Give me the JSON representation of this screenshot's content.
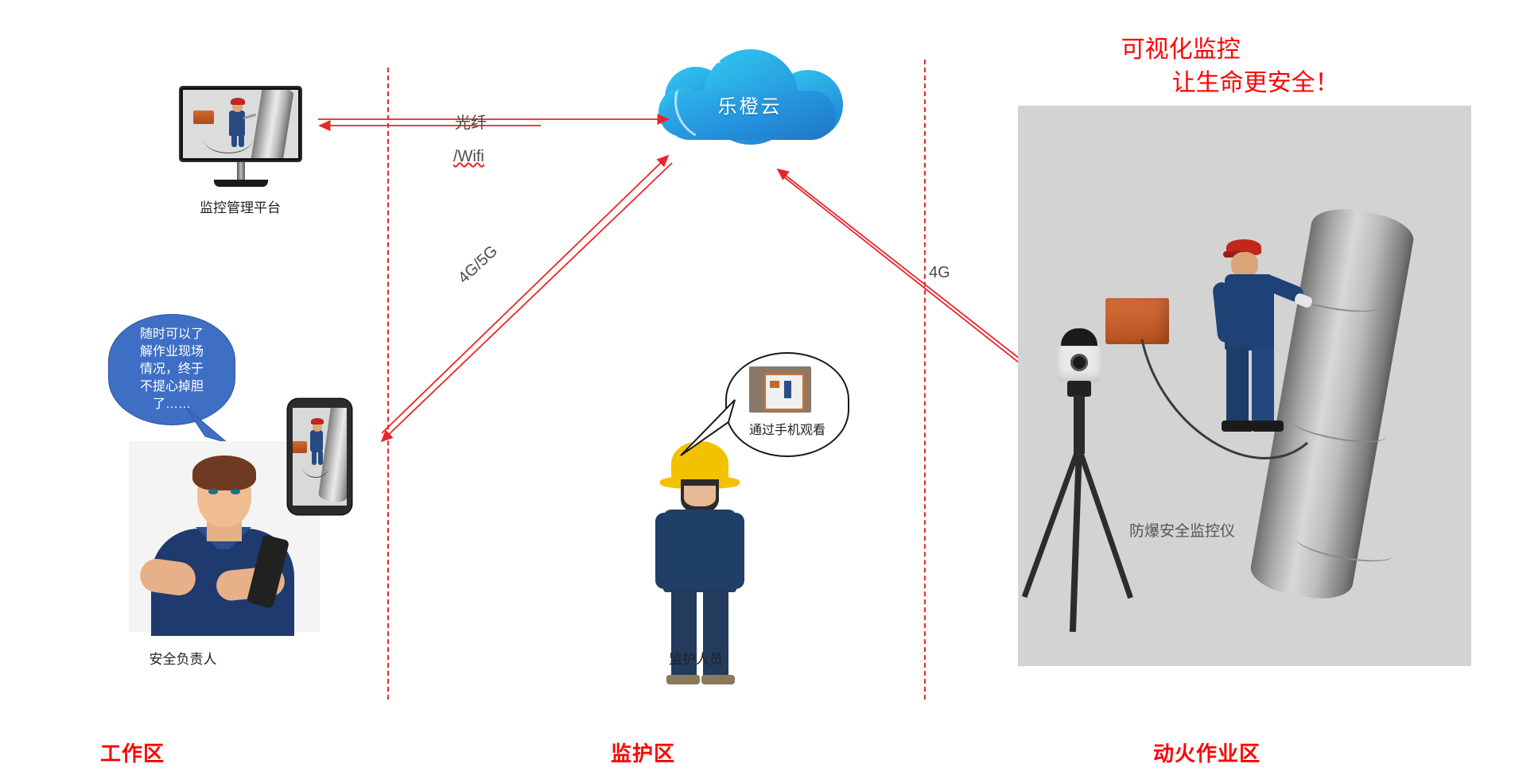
{
  "title": {
    "line1": "可视化监控",
    "line2": "让生命更安全！",
    "color": "#ff0000"
  },
  "cloud": {
    "label": "乐橙云",
    "name": "lechange-cloud"
  },
  "nodes": {
    "monitor_caption": "监控管理平台",
    "safety_officer_caption": "安全负责人",
    "guard_caption": "监护人员",
    "device_caption": "防爆安全监控仪"
  },
  "connections": [
    {
      "id": "fiber",
      "label_top": "光纤",
      "label_bottom": "/Wifi"
    },
    {
      "id": "mobile-left",
      "label": "4G/5G"
    },
    {
      "id": "mobile-right",
      "label": "4G"
    }
  ],
  "bubbles": {
    "officer": "随时可以了解作业现场情况，终于不提心掉胆了……",
    "officer_lines": [
      "随时可以了",
      "解作业现场",
      "情况，终于",
      "不提心掉胆",
      "了……"
    ],
    "guard": "通过手机观看"
  },
  "zones": [
    {
      "id": "work-zone",
      "label": "工作区"
    },
    {
      "id": "guard-zone",
      "label": "监护区"
    },
    {
      "id": "hotwork-zone",
      "label": "动火作业区"
    }
  ],
  "colors": {
    "accent_red": "#ff0000",
    "arrow_red": "#e8262a",
    "bubble_blue": "#3f6fc4",
    "cloud_blue": "#2491dc",
    "panel_gray": "#d3d3d3"
  }
}
